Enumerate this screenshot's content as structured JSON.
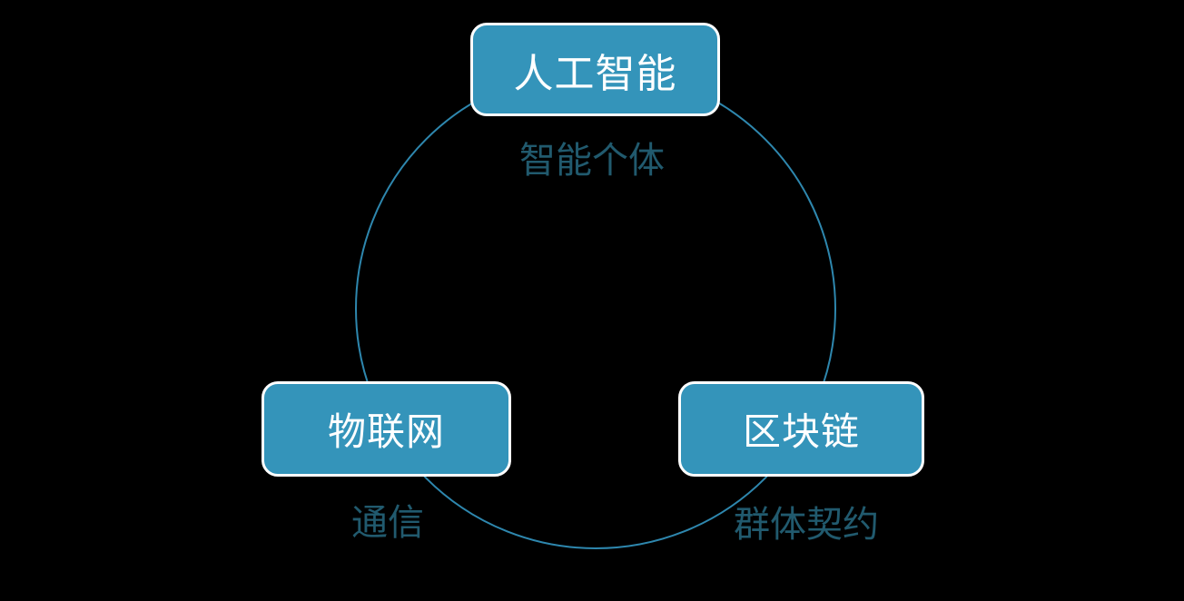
{
  "diagram": {
    "type": "cycle",
    "nodes": [
      {
        "id": "artificial-intelligence",
        "label": "人工智能"
      },
      {
        "id": "internet-of-things",
        "label": "物联网"
      },
      {
        "id": "blockchain",
        "label": "区块链"
      }
    ],
    "edge_labels": [
      {
        "id": "intelligent-individual",
        "label": "智能个体"
      },
      {
        "id": "communication",
        "label": "通信"
      },
      {
        "id": "group-contract",
        "label": "群体契约"
      }
    ],
    "colors": {
      "background": "#000000",
      "node_fill": "#3494BA",
      "node_border": "#FFFFFF",
      "node_text": "#FFFFFF",
      "circle_stroke": "#2E87AE",
      "edge_label_text": "#215A6E"
    }
  }
}
